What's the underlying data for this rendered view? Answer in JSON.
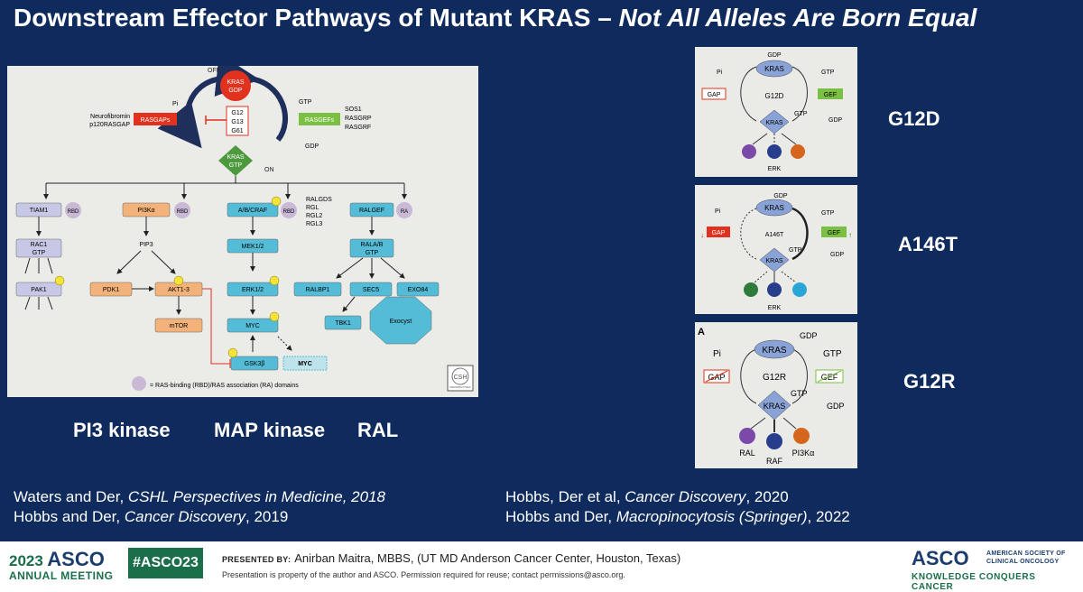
{
  "title": {
    "main": "Downstream Effector Pathways of Mutant KRAS – ",
    "italic": "Not All Alleles Are Born Equal"
  },
  "diagram": {
    "off": "OFF",
    "on": "ON",
    "kras_gdp": [
      "KRAS",
      "GDP"
    ],
    "kras_gtp": [
      "KRAS",
      "GTP"
    ],
    "pi": "Pi",
    "gtp": "GTP",
    "gdp": "GDP",
    "mutations": [
      "G12",
      "G13",
      "G61"
    ],
    "rasgaps": "RASGAPs",
    "rasgefs": "RASGEFs",
    "gap_proteins": [
      "Neurofibromin",
      "p120RASGAP"
    ],
    "gef_proteins": [
      "SOS1",
      "RASGRP",
      "RASGRF"
    ],
    "ral_gef_names": [
      "RALGDS",
      "RGL",
      "RGL2",
      "RGL3"
    ],
    "tiam1": "TIAM1",
    "rbd": "RBD",
    "ra": "RA",
    "rac1": [
      "RAC1",
      "GTP"
    ],
    "pak1": "PAK1",
    "pi3ka": "PI3Kα",
    "pip3": "PIP3",
    "pdk1": "PDK1",
    "akt": "AKT1-3",
    "mtor": "mTOR",
    "raf": "A/B/CRAF",
    "mek": "MEK1/2",
    "erk": "ERK1/2",
    "myc": "MYC",
    "gsk": "GSK3β",
    "myc_out": "MYC",
    "ralgef": "RALGEF",
    "ralab": [
      "RALA/B",
      "GTP"
    ],
    "ralbp1": "RALBP1",
    "sec5": "SEC5",
    "exo84": "EXO84",
    "exocyst": "Exocyst",
    "tbk1": "TBK1",
    "legend": "= RAS-binding (RBD)/RAS association (RA) domains",
    "cshl": [
      "CSH",
      "PERSPECTIVES"
    ]
  },
  "pathway_labels": [
    "PI3 kinase",
    "MAP kinase",
    "RAL"
  ],
  "variants": [
    "G12D",
    "A146T",
    "G12R"
  ],
  "small_panels": {
    "kras": "KRAS",
    "gap": "GAP",
    "gef": "GEF",
    "pi": "Pi",
    "gtp": "GTP",
    "gdp": "GDP",
    "erk": "ERK",
    "panel_letter": "A",
    "ral": "RAL",
    "raf": "RAF",
    "pi3k": "PI3Kα"
  },
  "references_left": [
    {
      "authors": "Waters and Der, ",
      "journal": "CSHL Perspectives in Medicine, 2018",
      "year": ""
    },
    {
      "authors": "Hobbs and Der, ",
      "journal": "Cancer Discovery",
      "year": ", 2019"
    }
  ],
  "references_right": [
    {
      "authors": "Hobbs, Der et al, ",
      "journal": "Cancer Discovery",
      "year": ", 2020"
    },
    {
      "authors": "Hobbs and Der, ",
      "journal": "Macropinocytosis (Springer)",
      "year": ", 2022"
    }
  ],
  "footer": {
    "year": "2023",
    "asco": "ASCO",
    "annual_meeting": "ANNUAL MEETING",
    "hashtag": "#ASCO23",
    "presented_by": "PRESENTED BY:",
    "presenter": "Anirban Maitra, MBBS, (UT MD Anderson Cancer Center, Houston, Texas)",
    "disclaimer": "Presentation is property of the author and ASCO. Permission required for reuse; contact permissions@asco.org.",
    "society": [
      "AMERICAN SOCIETY OF",
      "CLINICAL ONCOLOGY"
    ],
    "tagline": "KNOWLEDGE CONQUERS CANCER"
  },
  "colors": {
    "background": "#0f2a5c",
    "asco_green": "#1a6e4a",
    "asco_blue": "#1b3d6e",
    "kras_red": "#e0321e",
    "gef_green": "#7bc043",
    "raf_cyan": "#54bcd6",
    "pi3k_orange": "#f2b27a",
    "tiam_lavender": "#c7c8e6",
    "yellow": "#f5e23a"
  }
}
